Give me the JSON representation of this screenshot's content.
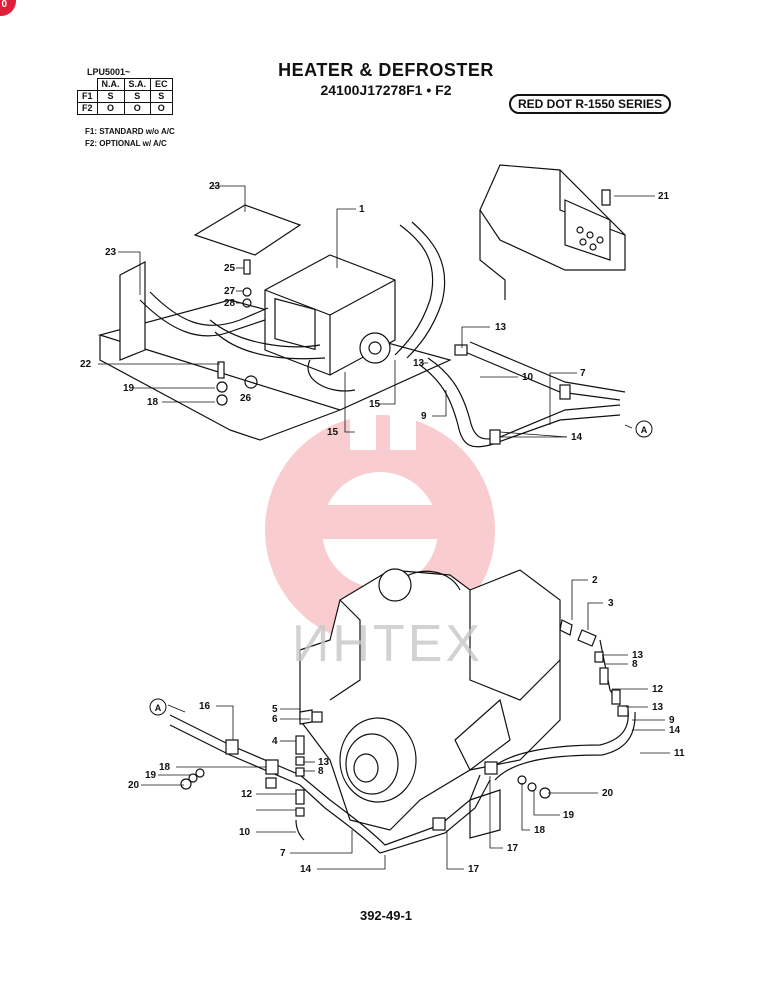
{
  "corner_badge": "0",
  "header": {
    "title": "HEATER & DEFROSTER",
    "part_code": "24100J17278F1 • F2",
    "series": "RED DOT R-1550 SERIES",
    "serial": "LPU5001~"
  },
  "applicability_table": {
    "columns": [
      "N.A.",
      "S.A.",
      "EC"
    ],
    "rows": [
      {
        "label": "F1",
        "values": [
          "S",
          "S",
          "S"
        ]
      },
      {
        "label": "F2",
        "values": [
          "O",
          "O",
          "O"
        ]
      }
    ]
  },
  "notes": [
    "F1: STANDARD w/o A/C",
    "F2: OPTIONAL w/ A/C"
  ],
  "watermark": "ИНТЕХ",
  "page_number": "392-49-1",
  "connector_ref": "A",
  "callouts_upper": [
    "1",
    "7",
    "9",
    "10",
    "13",
    "13",
    "14",
    "15",
    "15",
    "18",
    "19",
    "21",
    "22",
    "23",
    "23",
    "25",
    "26",
    "27",
    "28"
  ],
  "callouts_lower": [
    "2",
    "3",
    "4",
    "5",
    "6",
    "7",
    "8",
    "8",
    "9",
    "10",
    "11",
    "12",
    "12",
    "13",
    "13",
    "13",
    "14",
    "14",
    "16",
    "17",
    "17",
    "18",
    "18",
    "19",
    "19",
    "20",
    "20"
  ],
  "colors": {
    "ink": "#111111",
    "watermark_red": "#e8202a",
    "watermark_gray": "#c8c8c8",
    "badge": "#e0203a"
  }
}
